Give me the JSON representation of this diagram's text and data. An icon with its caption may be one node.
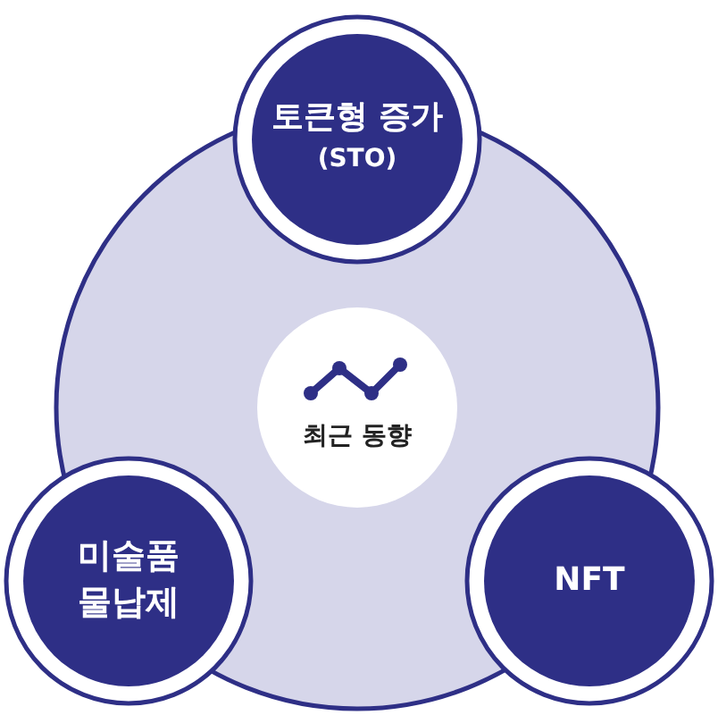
{
  "diagram": {
    "nodes": [
      {
        "text": [],
        "shape": "circle"
      },
      {
        "text": [
          "토큰형 증가",
          "(STO)"
        ]
      },
      {
        "text": [
          "최근 동향"
        ],
        "in": 0
      },
      {
        "text": [
          "미술품 물납제"
        ]
      },
      {
        "text": [
          "NFT"
        ]
      }
    ]
  }
}
